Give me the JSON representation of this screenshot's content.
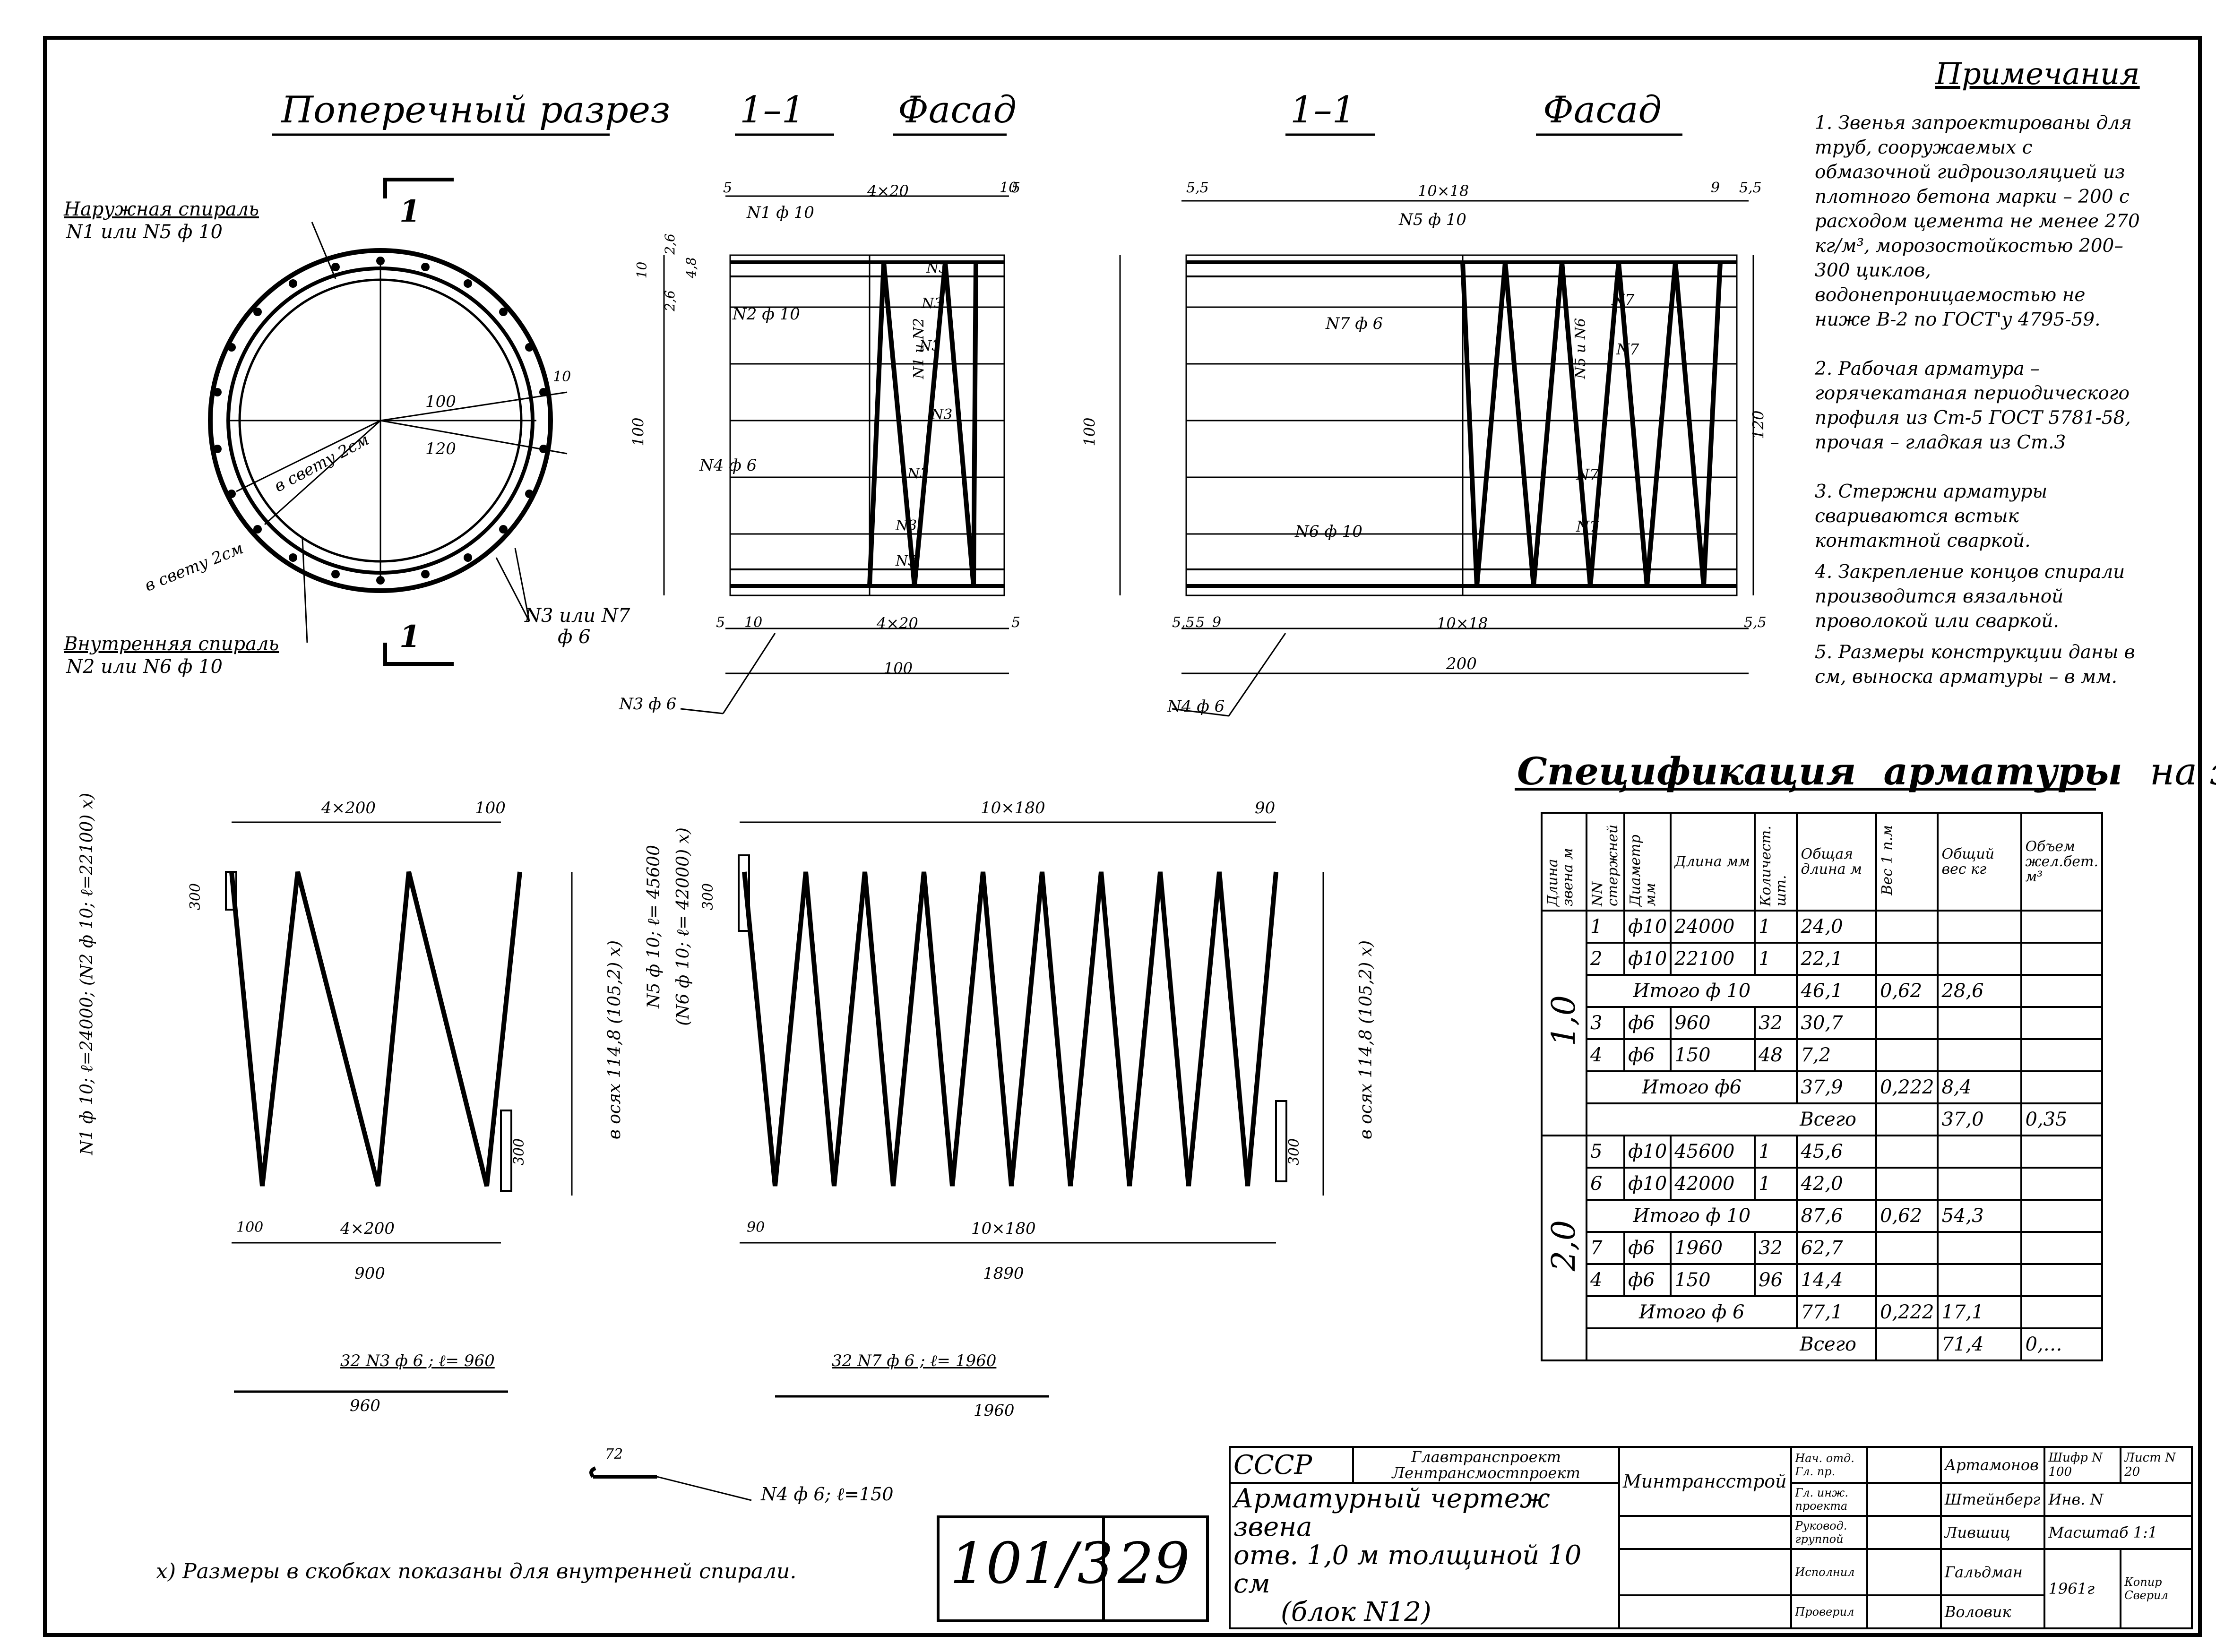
{
  "headers": {
    "cross_section": "Поперечный разрез",
    "section1": "1–1",
    "facade1": "Фасад",
    "section2": "1–1",
    "facade2": "Фасад"
  },
  "cross_section": {
    "outer_spiral": "Наружная спираль",
    "outer_spiral_spec": "N1 или N5 ф 10",
    "inner_spiral": "Внутренняя спираль",
    "inner_spiral_spec": "N2 или N6 ф 10",
    "clear_2cm_a": "в свету 2см",
    "clear_2cm_b": "в свету 2см",
    "dim_100": "100",
    "dim_120": "120",
    "dim_10": "10",
    "bars": "N3 или N7",
    "bars_dia": "ф 6",
    "section_mark": "1"
  },
  "facade1": {
    "dim_top": "4×20",
    "dim_5a": "5",
    "dim_10a": "10",
    "dim_5b": "5",
    "n1": "N1 ф 10",
    "n2": "N2 ф 10",
    "n4": "N4 ф 6",
    "n3_labels": [
      "N3",
      "N3",
      "N3",
      "N3",
      "N3",
      "N3",
      "N3"
    ],
    "n1_n2": "N1 и N2",
    "dim_26a": "2,6",
    "dim_48a": "4,8",
    "dim_26b": "2,6",
    "dim_100v": "100",
    "dim_10v": "10",
    "bottom_5": "5",
    "bottom_10": "10",
    "bottom_4x20": "4×20",
    "bottom_5b": "5",
    "total": "100",
    "n3_leader": "N3 ф 6"
  },
  "facade2": {
    "dim_top": "10×18",
    "dim_55a": "5,5",
    "dim_9": "9",
    "dim_55b": "5,5",
    "n5": "N5 ф 10",
    "n6": "N6 ф 10",
    "n7f6": "N7 ф 6",
    "n7_labels": [
      "N7",
      "N7",
      "N7",
      "N7"
    ],
    "n5_n6": "N5 и N6",
    "dim_120v": "120",
    "dim_100v": "100",
    "bottom_55": "5,5",
    "bottom_5": "5",
    "bottom_9": "9",
    "bottom_10x18": "10×18",
    "bottom_55b": "5,5",
    "total": "200",
    "n4_leader": "N4 ф 6"
  },
  "notes": {
    "title": "Примечания",
    "items": [
      "1. Звенья запроектированы для труб, сооружаемых с обмазочной гидроизоляцией из плотного бетона марки – 200 с расходом цемента не менее 270 кг/м³, морозостойкостью 200–300 циклов, водонепроницаемостью не ниже В-2 по ГОСТ'у 4795-59.",
      "2. Рабочая арматура – горячекатаная периодического профиля из Ст-5 ГОСТ 5781-58, прочая – гладкая из Ст.3",
      "3. Стержни арматуры свариваются встык контактной сваркой.",
      "4. Закрепление концов спирали производится вязальной проволокой или сваркой.",
      "5. Размеры конструкции даны в см, выноска арматуры – в мм."
    ]
  },
  "spirals": {
    "left": {
      "dim_top": "4×200",
      "dim_100": "100",
      "dim_300a": "300",
      "dim_300b": "300",
      "dim_100b": "100",
      "dim_4x200b": "4×200",
      "total": "900",
      "left_label": "N1 ф 10; ℓ=24000; (N2 ф 10; ℓ=22100) x)",
      "right_label": "в осях 114,8 (105,2) x)",
      "cut_label": "32 N3 ф 6 ; ℓ= 960",
      "cut_len": "960"
    },
    "right": {
      "dim_top": "10×180",
      "dim_90": "90",
      "dim_300a": "300",
      "dim_300b": "300",
      "dim_90b": "90",
      "dim_10x180b": "10×180",
      "total": "1890",
      "left_label_a": "N5 ф 10; ℓ= 45600",
      "left_label_b": "(N6 ф 10; ℓ= 42000) x)",
      "right_label": "в осях 114,8 (105,2) x)",
      "cut_label": "32 N7 ф 6 ; ℓ= 1960",
      "cut_len": "1960"
    },
    "hook_dim": "72",
    "hook_label": "N4 ф 6; ℓ=150"
  },
  "footnote": "x)  Размеры  в скобках  показаны  для  внутренней  спирали.",
  "spec": {
    "title_a": "Специфик",
    "title_b": "ация",
    "title_c": "арматуры",
    "title_d": "на звено",
    "headers": [
      "Длина звена м",
      "NN стержней",
      "Диаметр мм",
      "Длина мм",
      "Количест. шт.",
      "Общая длина м",
      "Вес 1 п.м",
      "Общий вес кг",
      "Объем жел.бет. м³"
    ],
    "group1": "1,0",
    "group2": "2,0",
    "rows": [
      [
        "1",
        "ф10",
        "24000",
        "1",
        "24,0",
        "",
        "",
        ""
      ],
      [
        "2",
        "ф10",
        "22100",
        "1",
        "22,1",
        "",
        "",
        ""
      ],
      [
        "Итого ф 10",
        "",
        "",
        "",
        "46,1",
        "0,62",
        "28,6",
        ""
      ],
      [
        "3",
        "ф6",
        "960",
        "32",
        "30,7",
        "",
        "",
        ""
      ],
      [
        "4",
        "ф6",
        "150",
        "48",
        "7,2",
        "",
        "",
        ""
      ],
      [
        "Итого ф6",
        "",
        "",
        "",
        "37,9",
        "0,222",
        "8,4",
        ""
      ],
      [
        "Всего",
        "",
        "",
        "",
        "",
        "",
        "37,0",
        "0,35"
      ],
      [
        "5",
        "ф10",
        "45600",
        "1",
        "45,6",
        "",
        "",
        ""
      ],
      [
        "6",
        "ф10",
        "42000",
        "1",
        "42,0",
        "",
        "",
        ""
      ],
      [
        "Итого ф 10",
        "",
        "",
        "",
        "87,6",
        "0,62",
        "54,3",
        ""
      ],
      [
        "7",
        "ф6",
        "1960",
        "32",
        "62,7",
        "",
        "",
        ""
      ],
      [
        "4",
        "ф6",
        "150",
        "96",
        "14,4",
        "",
        "",
        ""
      ],
      [
        "Итого ф 6",
        "",
        "",
        "",
        "77,1",
        "0,222",
        "17,1",
        ""
      ],
      [
        "Всего",
        "",
        "",
        "",
        "",
        "",
        "71,4",
        "0,…"
      ]
    ]
  },
  "stamp": {
    "code": "101/3",
    "sheet_no": "29",
    "ussr": "СССР",
    "org1": "Главтранспроект",
    "org2": "Лентрансмостпроект",
    "ministry": "Минтрансстрой",
    "title1": "Арматурный чертеж звена",
    "title2": "отв. 1,0 м толщиной 10 см",
    "title3": "(блок N12)",
    "roles": [
      "Нач. отд. Гл. пр.",
      "Гл. инж. проекта",
      "Руковод. группой",
      "Исполнил",
      "Проверил"
    ],
    "names": [
      "Артамонов",
      "Штейнберг",
      "Лившиц",
      "Гальдман",
      "Воловик"
    ],
    "shifr": "Шифр N 100",
    "list": "Лист N 20",
    "inv": "Инв. N",
    "scale": "Масштаб 1:1",
    "year": "1961г",
    "copy": "Копир Сверил"
  }
}
